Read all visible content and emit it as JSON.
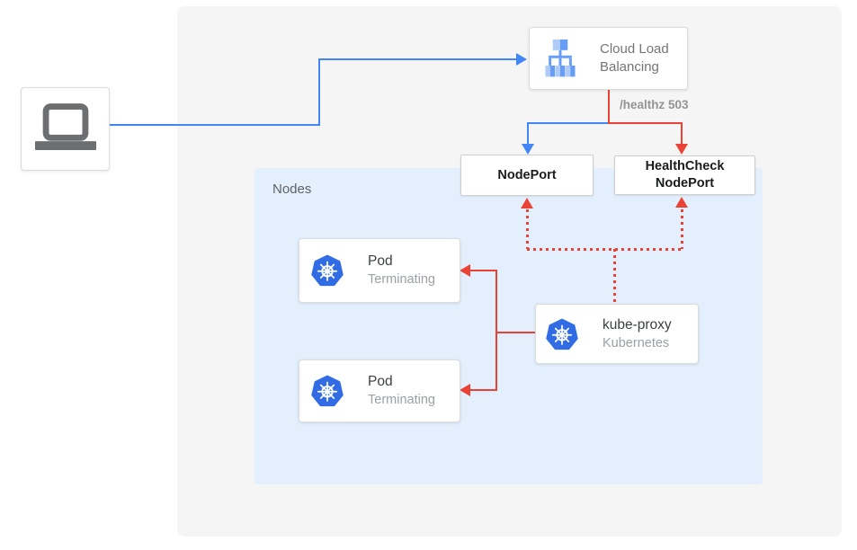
{
  "colors": {
    "traffic_blue": "#4285f4",
    "health_check_red": "#ea4335",
    "outer_panel_bg": "#f5f5f6",
    "nodes_panel_bg": "#e3effc",
    "kubernetes_blue": "#326ce5",
    "gcp_icon_light_blue": "#aecbfa",
    "gcp_icon_blue": "#669df6"
  },
  "client": {
    "icon": "laptop-icon"
  },
  "cloud_load_balancing": {
    "icon": "load-balancer-icon",
    "label_line1": "Cloud Load",
    "label_line2": "Balancing"
  },
  "edges": {
    "health_check_label": "/healthz 503"
  },
  "nodes_panel": {
    "label": "Nodes"
  },
  "nodeport": {
    "label": "NodePort"
  },
  "healthcheck_nodeport": {
    "label_line1": "HealthCheck",
    "label_line2": "NodePort"
  },
  "pods": [
    {
      "icon": "kubernetes-icon",
      "title": "Pod",
      "subtitle": "Terminating"
    },
    {
      "icon": "kubernetes-icon",
      "title": "Pod",
      "subtitle": "Terminating"
    }
  ],
  "kube_proxy": {
    "icon": "kubernetes-icon",
    "title": "kube-proxy",
    "subtitle": "Kubernetes"
  }
}
